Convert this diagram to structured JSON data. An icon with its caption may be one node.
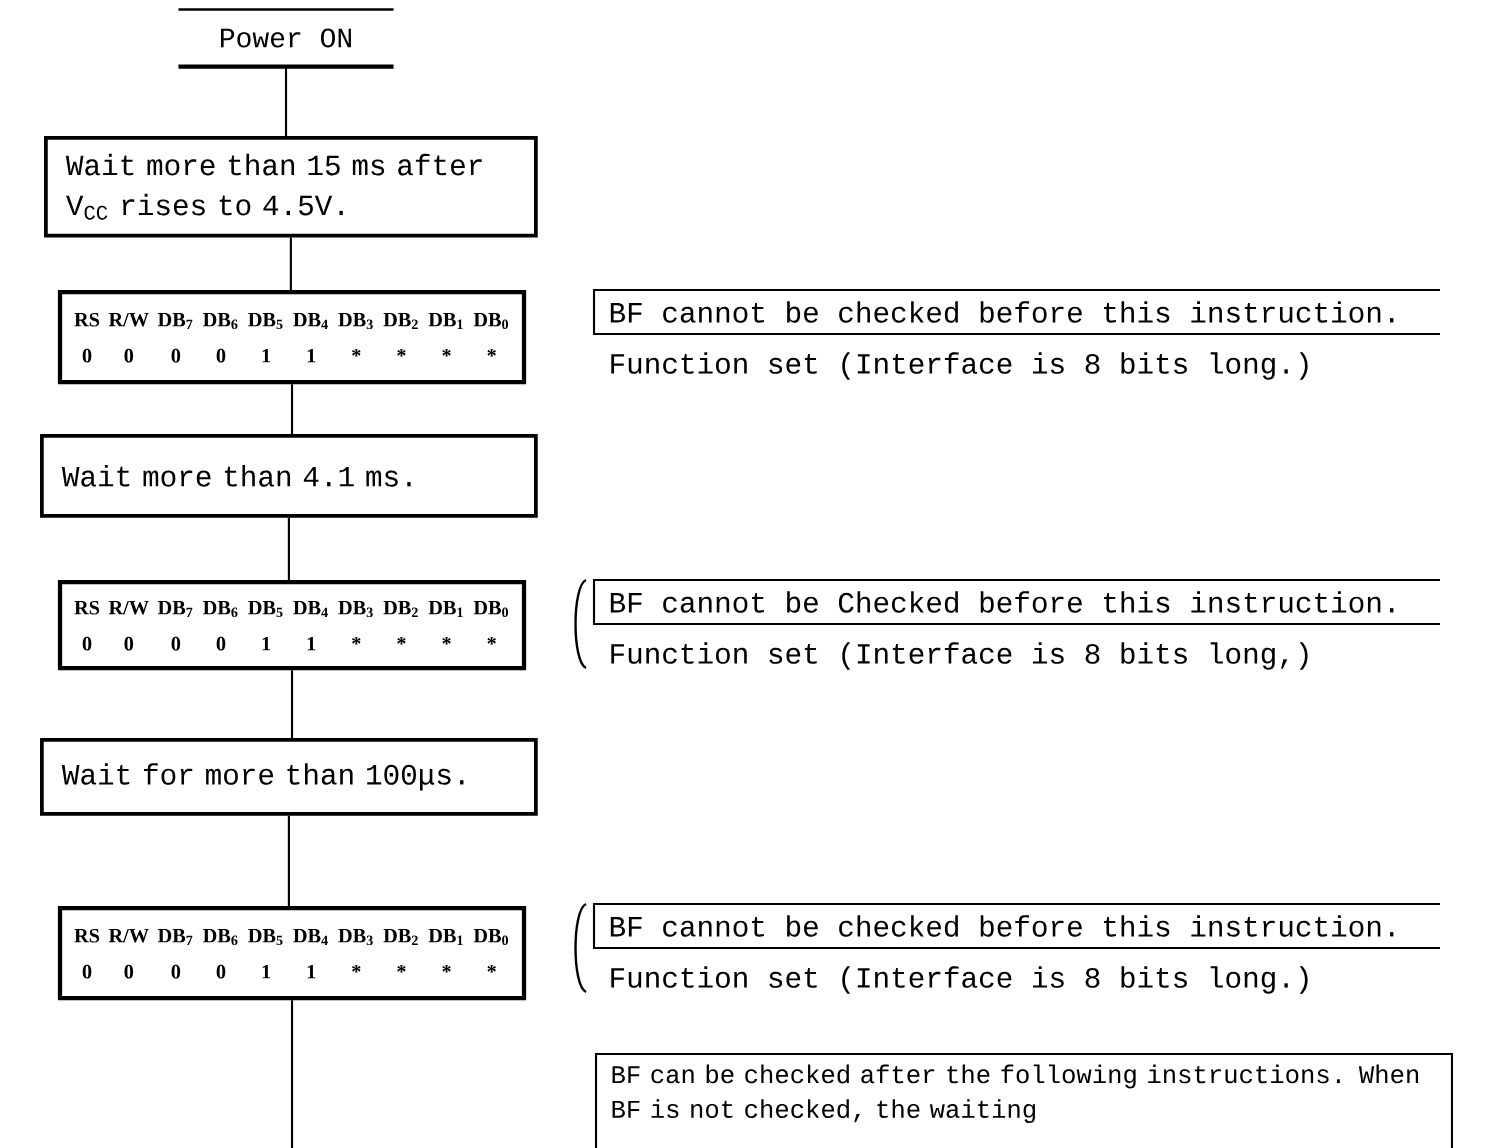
{
  "diagram": {
    "nodes": [
      {
        "text": [
          "Power ON"
        ]
      },
      {
        "text": [
          "Wait more than 15 ms after V$_{CC}$ rises to 4.5V."
        ]
      },
      {
        "text": [
          "RS",
          "R/W",
          "DB$_{7}$",
          "DB$_{6}$",
          "DB$_{5}$",
          "DB$_{4}$",
          "DB$_{3}$",
          "DB$_{2}$",
          "DB$_{1}$",
          "DB$_{0}$",
          "0",
          "0",
          "0",
          "0",
          "1",
          "1",
          "*",
          "*",
          "*",
          "*"
        ]
      },
      {
        "text": [
          "BF cannot be checked before this instruction."
        ],
        "beside": [
          "Function set (Interface is 8 bits long.)"
        ]
      },
      {
        "text": [
          "Wait more than 4.1 ms."
        ]
      },
      {
        "text": [
          "RS",
          "R/W",
          "DB$_{7}$",
          "DB$_{6}$",
          "DB$_{5}$",
          "DB$_{4}$",
          "DB$_{3}$",
          "DB$_{2}$",
          "DB$_{1}$",
          "DB$_{0}$",
          "0",
          "0",
          "0",
          "0",
          "1",
          "1",
          "*",
          "*",
          "*",
          "*"
        ]
      },
      {
        "text": [
          "BF cannot be Checked before this instruction."
        ],
        "beside": [
          "Function set (Interface is 8 bits long,)"
        ]
      },
      {
        "text": [
          "Wait for more than 100μs."
        ]
      },
      {
        "text": [
          "RS",
          "R/W",
          "DB$_{7}$",
          "DB$_{6}$",
          "DB$_{5}$",
          "DB$_{4}$",
          "DB$_{3}$",
          "DB$_{2}$",
          "DB$_{1}$",
          "DB$_{0}$",
          "0",
          "0",
          "0",
          "0",
          "1",
          "1",
          "*",
          "*",
          "*",
          "*"
        ]
      },
      {
        "text": [
          "BF cannot be checked before this instruction."
        ],
        "beside": [
          "Function set (Interface is 8 bits long.)"
        ]
      },
      {
        "text": [
          "BF can be checked after the following instructions. When BF is not checked, the waiting"
        ]
      }
    ],
    "edges": [
      {
        "from": 0,
        "to": 1,
        "arrow": "none"
      },
      {
        "from": 1,
        "to": 2,
        "arrow": "none"
      },
      {
        "from": 2,
        "to": 4,
        "arrow": "none"
      },
      {
        "from": 4,
        "to": 5,
        "arrow": "none"
      },
      {
        "from": 5,
        "to": 7,
        "arrow": "none"
      },
      {
        "from": 7,
        "to": 8,
        "arrow": "none"
      },
      {
        "from": 8,
        "to": null,
        "arrow": "none"
      }
    ]
  }
}
